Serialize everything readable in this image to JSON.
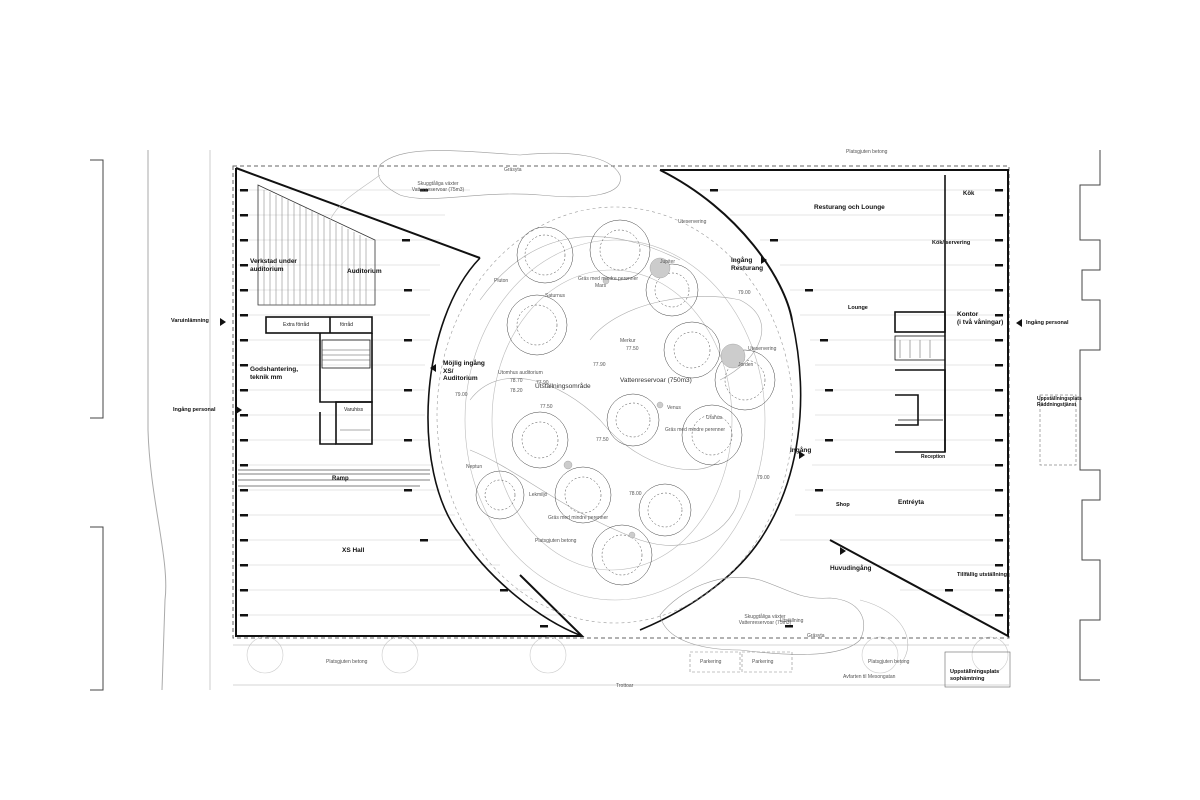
{
  "plan": {
    "rooms": {
      "verkstad": "Verkstad under\nauditorium",
      "auditorium": "Auditorium",
      "extra_forrad": "Extra förråd",
      "forrad": "förråd",
      "godshantering": "Godshantering,\nteknik mm",
      "mojlig_ingang": "Möjlig ingång\nXS/\nAuditorium",
      "varuhiss": "Varuhiss",
      "ramp": "Ramp",
      "xs_hall": "XS Hall",
      "resturang": "Resturang och Lounge",
      "kok": "Kök",
      "kok_servering": "Kök/ servering",
      "lounge": "Lounge",
      "kontor": "Kontor\n(i två våningar)",
      "reception": "Reception",
      "entreyta": "Entréyta",
      "shop": "Shop",
      "huvudingang": "Huvudingång",
      "tillfallig": "Tillfällig utställning",
      "ingang_resturang": "Ingång\nResturang",
      "ingang": "Ingång"
    },
    "courtyard": {
      "utstallningsomrade": "Utställningsområde",
      "vattenreservoar": "Vattenreservoar (750m3)",
      "uteservering_top": "Uteservering",
      "uteservering_right": "Uteservering",
      "utomhus_auditorium": "Utomhus auditorium",
      "gras_top": "Gräs med mindre perenner",
      "gras_mid": "Gräs med mindre perenner",
      "gras_bottom": "Gräs med mindre perenner",
      "platsgjuten_betong": "Platsgjuten betong",
      "lekmiljo": "Lekmiljö",
      "utstallning": "Utställning",
      "sculptures": [
        "Pluton",
        "Jupiter",
        "Saturnus",
        "Mars",
        "Merkur",
        "Jorden",
        "Venus",
        "Uranus",
        "Neptun"
      ],
      "elevations": [
        "79.00",
        "77.50",
        "77.90",
        "78.70",
        "78.20",
        "77.90",
        "79.00",
        "77.50",
        "77.50",
        "78.00",
        "79.00"
      ]
    },
    "landscape": {
      "grasyta_top": "Gräsyta",
      "grasyta_bottom": "Gräsyta",
      "skuggtaliga_top": "Skuggtåliga växter\nVattenreservoar (75m3)",
      "skuggtaliga_bottom": "Skuggtåliga växter\nVattenreservoar (75m3)",
      "platsgjuten_top": "Platsgjuten betong",
      "platsgjuten_bl": "Platsgjuten betong",
      "platsgjuten_br": "Platsgjuten betong",
      "trottoar": "Trottoar",
      "avfarten": "Avfarten til Mesongatan",
      "parkering": [
        "Parkering",
        "Parkering"
      ]
    },
    "outside": {
      "varuinlamning": "Varuinlämning",
      "ingang_personal_left": "Ingång personal",
      "ingang_personal_right": "Ingång personal",
      "uppstallningsplats_raddning": "Uppställningsplats\nRäddningstjänst",
      "uppstallningsplats_sop": "Uppställningsplats\nsophämtning"
    }
  }
}
